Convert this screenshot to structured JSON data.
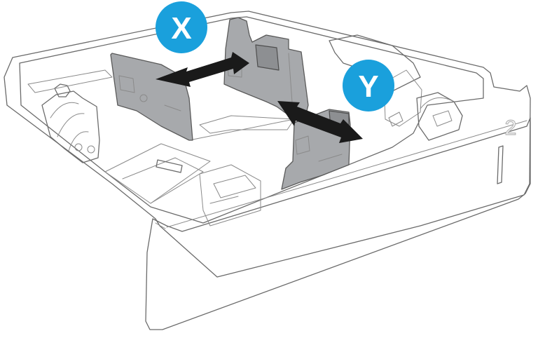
{
  "diagram": {
    "badges": [
      {
        "id": "x",
        "label": "X",
        "color": "#1aa0dc"
      },
      {
        "id": "y",
        "label": "Y",
        "color": "#1aa0dc"
      }
    ],
    "tray_number": "2",
    "arrow_color": "#1a1a1a"
  }
}
